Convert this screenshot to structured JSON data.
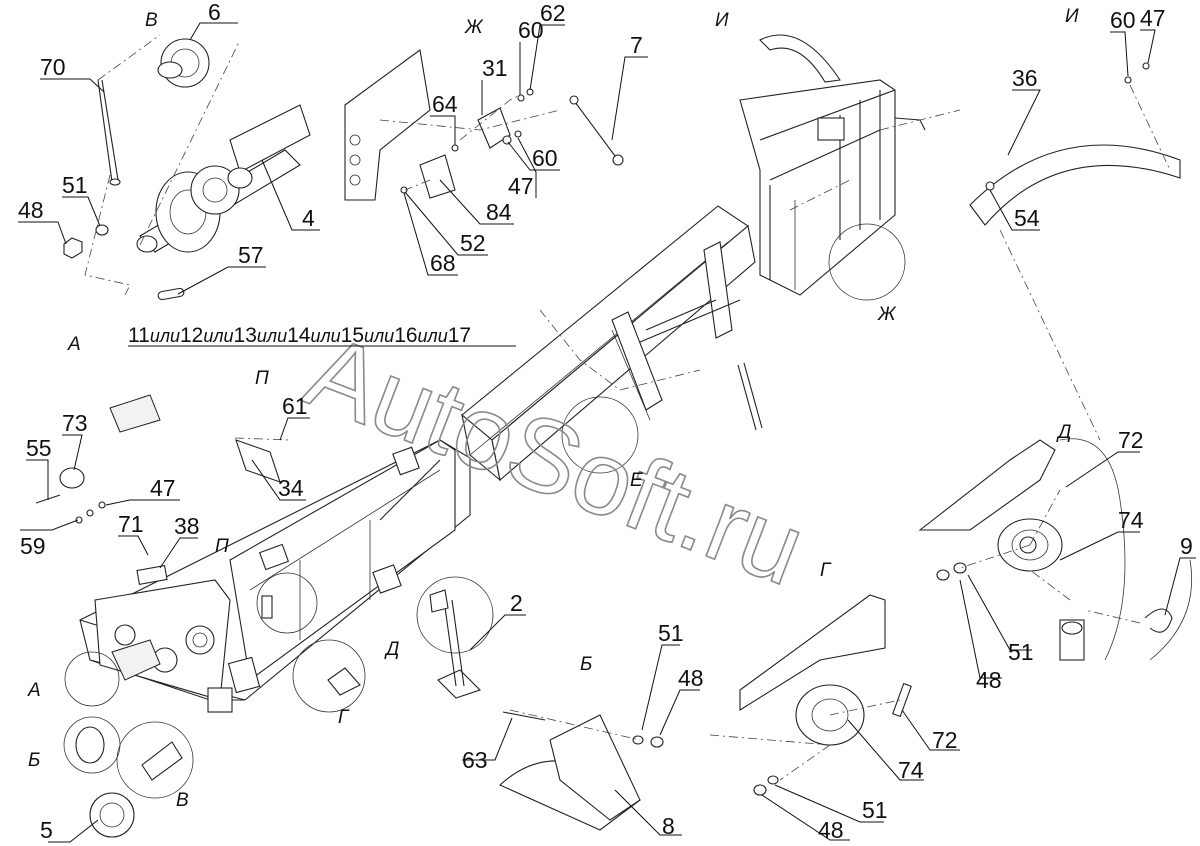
{
  "watermark": "AutoSoft.ru",
  "view_labels": {
    "V": "В",
    "Zh": "Ж",
    "I": "И",
    "A": "А",
    "P": "П",
    "E": "Е",
    "D": "Д",
    "G": "Г",
    "B": "Б"
  },
  "alternates": {
    "sequence": [
      "11",
      "12",
      "13",
      "14",
      "15",
      "16",
      "17"
    ],
    "separator": "или"
  },
  "callouts": {
    "c70": "70",
    "c6": "6",
    "c4": "4",
    "c51a": "51",
    "c48a": "48",
    "c57": "57",
    "c60a": "60",
    "c62": "62",
    "c31": "31",
    "c7": "7",
    "c64": "64",
    "c60b": "60",
    "c47a": "47",
    "c84": "84",
    "c52": "52",
    "c68": "68",
    "c60c": "60",
    "c47b": "47",
    "c36": "36",
    "c54": "54",
    "c61": "61",
    "c34": "34",
    "c55": "55",
    "c73": "73",
    "c47c": "47",
    "c59": "59",
    "c71": "71",
    "c38": "38",
    "c2": "2",
    "c72a": "72",
    "c74a": "74",
    "c9": "9",
    "c48b": "48",
    "c51b": "51",
    "c51c": "51",
    "c48c": "48",
    "c63": "63",
    "c8": "8",
    "c72b": "72",
    "c74b": "74",
    "c51d": "51",
    "c48d": "48",
    "c5": "5"
  }
}
